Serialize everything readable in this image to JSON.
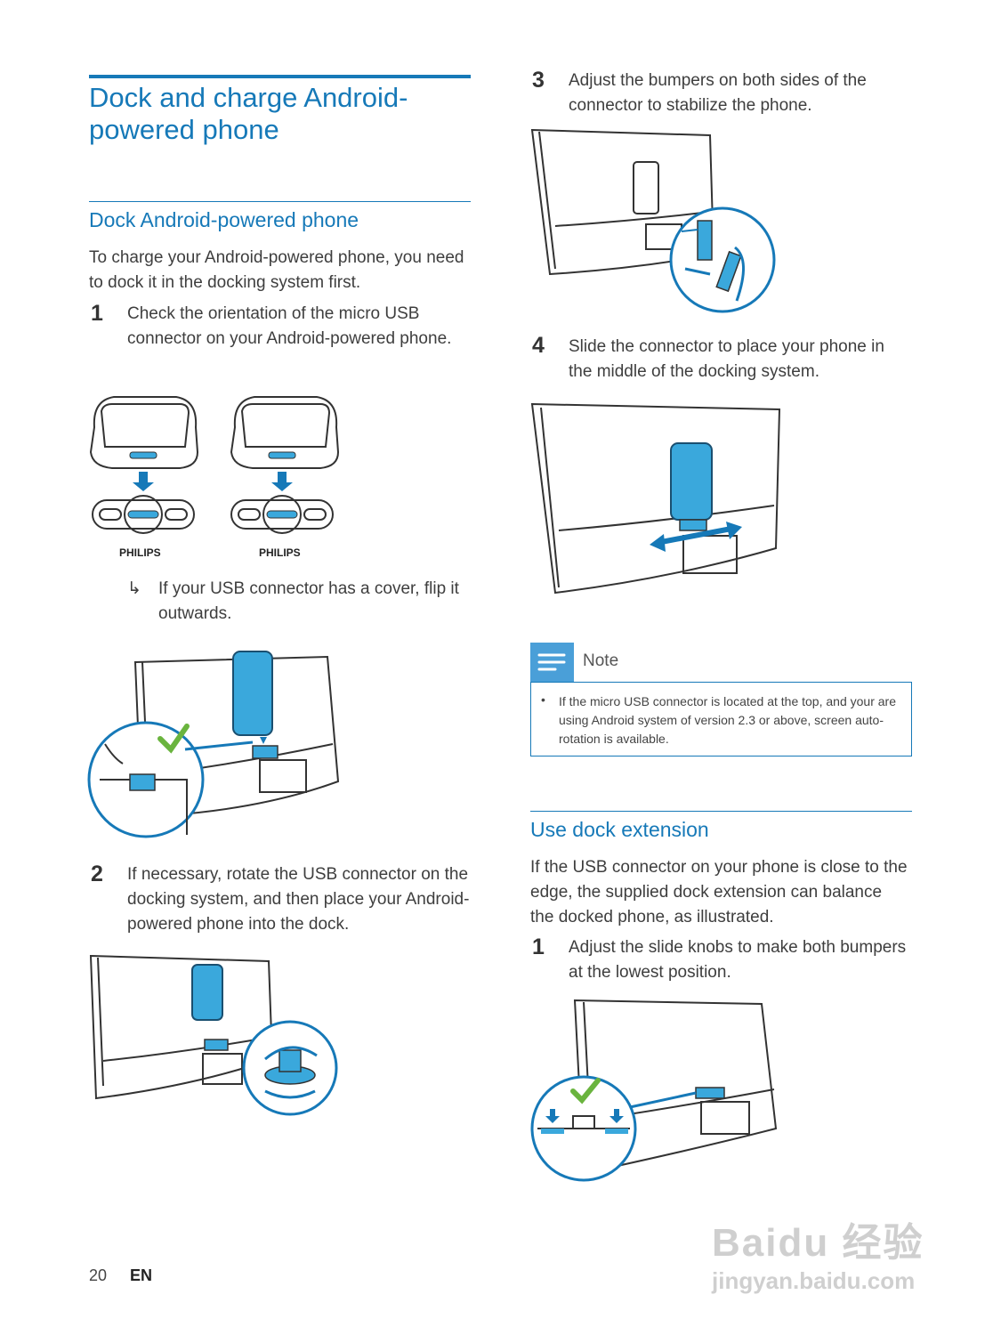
{
  "title": "Dock and charge Android-powered phone",
  "section1": {
    "heading": "Dock Android-powered phone",
    "intro": "To charge your Android-powered phone, you need to dock it in the docking system first."
  },
  "steps": {
    "s1": {
      "num": "1",
      "text": "Check the orientation of the micro USB connector on your Android-powered phone."
    },
    "s1_result": {
      "arrow": "↳",
      "text": "If your USB connector has a cover, flip it outwards."
    },
    "s2": {
      "num": "2",
      "text": "If necessary, rotate the USB connector on the docking system, and then place your Android-powered phone into the dock."
    },
    "s3": {
      "num": "3",
      "text": "Adjust the bumpers on both sides of the connector to stabilize the phone."
    },
    "s4": {
      "num": "4",
      "text": "Slide the connector to place your phone in the middle of the docking system."
    }
  },
  "figure_labels": {
    "brand_left": "PHILIPS",
    "brand_right": "PHILIPS"
  },
  "note": {
    "title": "Note",
    "bullet": "•",
    "text": "If the micro USB connector is located at the top, and your are using Android system of version 2.3 or above, screen auto-rotation is available."
  },
  "section2": {
    "heading": "Use dock extension",
    "intro": "If the USB connector on your phone is close to the edge, the supplied dock extension can balance the docked phone, as illustrated.",
    "step1": {
      "num": "1",
      "text": "Adjust the slide knobs to make both bumpers at the lowest position."
    }
  },
  "footer": {
    "page": "20",
    "lang": "EN"
  },
  "watermark": {
    "brand": "Baidu 经验",
    "url": "jingyan.baidu.com"
  },
  "colors": {
    "accent": "#1679b8",
    "device_blue": "#3aa8dc",
    "check_green": "#6ab43e"
  }
}
